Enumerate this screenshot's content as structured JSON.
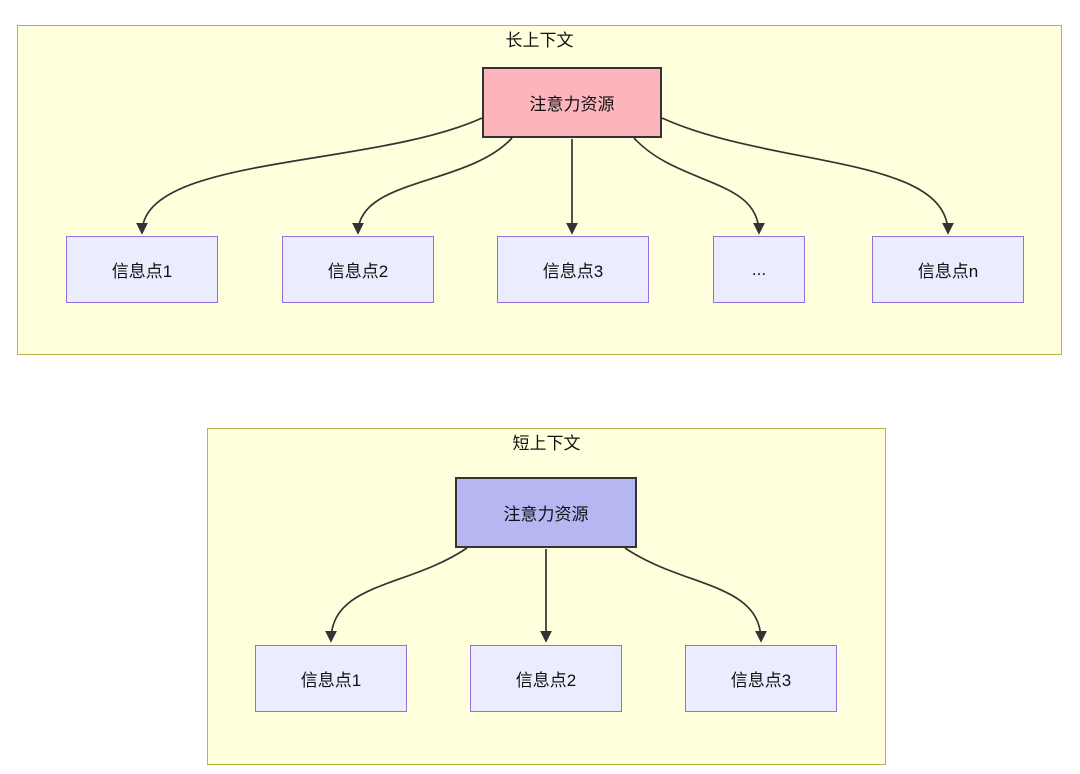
{
  "colors": {
    "page-bg": "#ffffff",
    "group-fill": "#ffffde",
    "group-border": "#b4b44e",
    "attention-long-fill": "#fcb5bc",
    "attention-short-fill": "#b6b7f2",
    "attention-border": "#333333",
    "info-fill": "#ececff",
    "info-border": "#9370db",
    "arrow": "#333333",
    "text": "#111111"
  },
  "long_context": {
    "title": "长上下文",
    "attention_label": "注意力资源",
    "info_nodes": [
      "信息点1",
      "信息点2",
      "信息点3",
      "...",
      "信息点n"
    ]
  },
  "short_context": {
    "title": "短上下文",
    "attention_label": "注意力资源",
    "info_nodes": [
      "信息点1",
      "信息点2",
      "信息点3"
    ]
  }
}
